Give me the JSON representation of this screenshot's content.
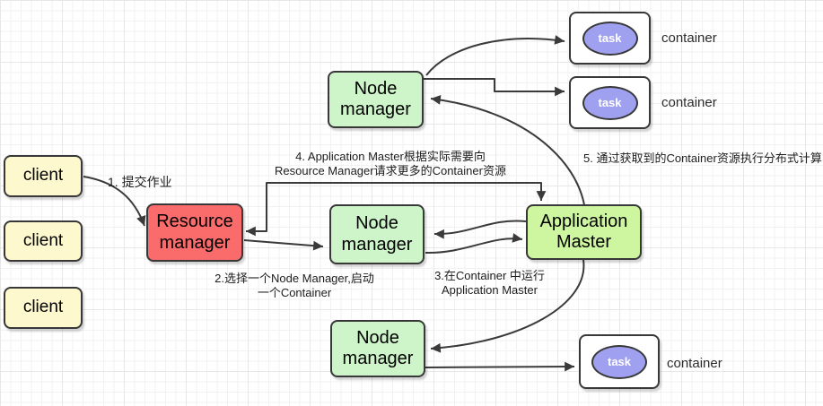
{
  "app": {
    "type": "yarn-architecture-diagram"
  },
  "colors": {
    "client_fill": "#fdf8cd",
    "resource_manager_fill": "#fa6b6b",
    "node_manager_fill": "#cef5c9",
    "application_master_fill": "#cef59f",
    "task_fill": "#a0a0f0",
    "container_fill": "#ffffff",
    "border": "#383838",
    "arrow": "#3a3a3a"
  },
  "nodes": {
    "clients": [
      {
        "label": "client"
      },
      {
        "label": "client"
      },
      {
        "label": "client"
      }
    ],
    "resource_manager": {
      "label": "Resource manager"
    },
    "node_manager_top": {
      "label": "Node manager"
    },
    "node_manager_middle": {
      "label": "Node manager"
    },
    "node_manager_bottom": {
      "label": "Node manager"
    },
    "application_master": {
      "label": "Application Master"
    },
    "containers": [
      {
        "task_label": "task",
        "caption": "container"
      },
      {
        "task_label": "task",
        "caption": "container"
      },
      {
        "task_label": "task",
        "caption": "container"
      }
    ]
  },
  "annotations": {
    "step1": "1. 提交作业",
    "step2_line1": "2.选择一个Node Manager,启动",
    "step2_line2": "一个Container",
    "step3_line1": "3.在Container 中运行",
    "step3_line2": "Application Master",
    "step4_line1": "4. Application Master根据实际需要向",
    "step4_line2": "Resource Manager请求更多的Container资源",
    "step5": "5. 通过获取到的Container资源执行分布式计算"
  }
}
